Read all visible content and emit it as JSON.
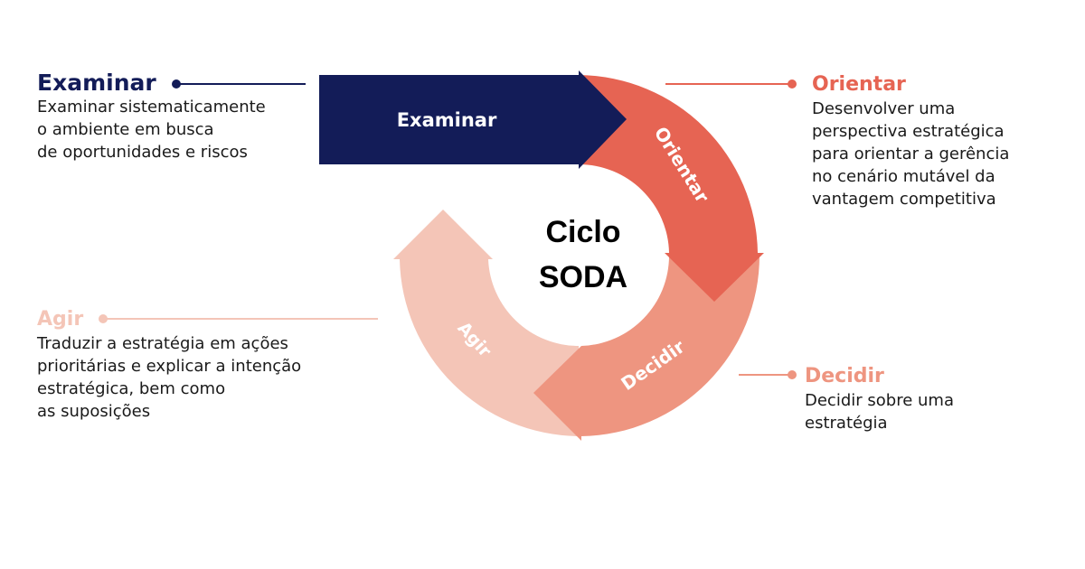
{
  "center": {
    "line1": "Ciclo",
    "line2": "SODA"
  },
  "arrows": {
    "examinar": "Examinar",
    "orientar": "Orientar",
    "decidir": "Decidir",
    "agir": "Agir"
  },
  "steps": [
    {
      "id": "examinar",
      "title": "Examinar",
      "color": "#131c58",
      "description": [
        "Examinar sistematicamente",
        "o ambiente em busca",
        "de oportunidades e riscos"
      ]
    },
    {
      "id": "orientar",
      "title": "Orientar",
      "color": "#e66453",
      "description": [
        "Desenvolver uma",
        "perspectiva estratégica",
        "para orientar a gerência",
        "no cenário mutável da",
        "vantagem competitiva"
      ]
    },
    {
      "id": "decidir",
      "title": "Decidir",
      "color": "#ee9580",
      "description": [
        "Decidir sobre uma",
        "estratégia"
      ]
    },
    {
      "id": "agir",
      "title": "Agir",
      "color": "#f4c5b7",
      "description": [
        "Traduzir a estratégia em ações",
        "prioritárias e explicar a intenção",
        "estratégica, bem como",
        "as suposições"
      ]
    }
  ],
  "colors": {
    "examinar": "#131c58",
    "orientar": "#e66453",
    "decidir": "#ee9580",
    "agir": "#f4c5b7"
  }
}
